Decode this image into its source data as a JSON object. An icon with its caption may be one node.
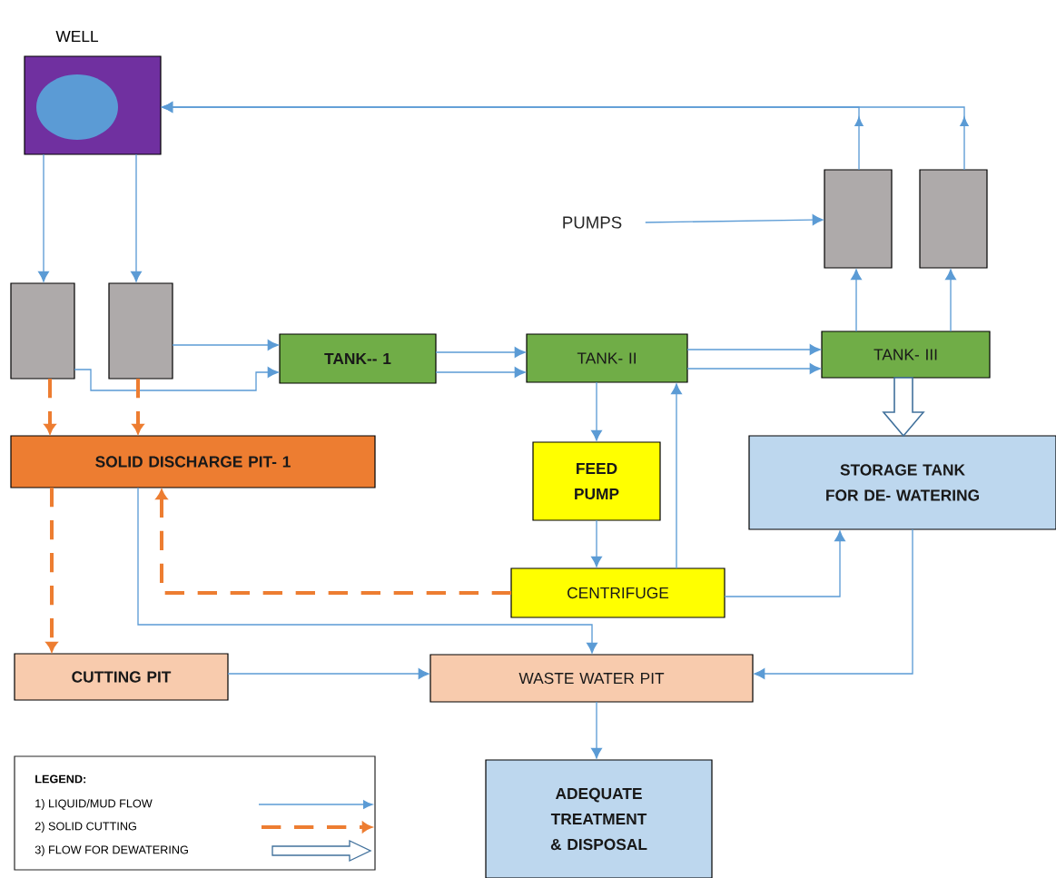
{
  "diagram": {
    "nodes": [
      {
        "text": [
          "WELL"
        ]
      },
      {
        "text": [],
        "shape": "box"
      },
      {
        "text": [],
        "shape": "box"
      },
      {
        "text": [
          "TANK-- 1"
        ]
      },
      {
        "text": [
          "TANK- II"
        ]
      },
      {
        "text": [
          "TANK- III"
        ]
      },
      {
        "text": [],
        "shape": "box"
      },
      {
        "text": [],
        "shape": "box"
      },
      {
        "text": [
          "PUMPS"
        ]
      },
      {
        "text": [
          "SOLID DISCHARGE PIT- 1"
        ]
      },
      {
        "text": [
          "FEED PUMP"
        ]
      },
      {
        "text": [
          "STORAGE TANK FOR DE- WATERING"
        ]
      },
      {
        "text": [
          "CENTRIFUGE"
        ]
      },
      {
        "text": [
          "CUTTING PIT"
        ]
      },
      {
        "text": [
          "WASTE WATER PIT"
        ]
      },
      {
        "text": [
          "ADEQUATE TREATMENT & DISPOSAL"
        ]
      }
    ],
    "edges": [
      {
        "from": 0,
        "to": 1,
        "arrow": "to"
      },
      {
        "from": 0,
        "to": 2,
        "arrow": "to"
      },
      {
        "from": 2,
        "to": 3,
        "arrow": "to"
      },
      {
        "from": 1,
        "to": 3,
        "arrow": "to"
      },
      {
        "from": 3,
        "to": 4,
        "arrow": "to"
      },
      {
        "from": 3,
        "to": 4,
        "arrow": "to"
      },
      {
        "from": 4,
        "to": 5,
        "arrow": "to"
      },
      {
        "from": 4,
        "to": 5,
        "arrow": "to"
      },
      {
        "from": 5,
        "to": 6,
        "arrow": "to"
      },
      {
        "from": 5,
        "to": 7,
        "arrow": "to"
      },
      {
        "from": 6,
        "to": 0,
        "arrow": "to"
      },
      {
        "from": 7,
        "to": 0,
        "arrow": "to"
      },
      {
        "from": 8,
        "to": 6,
        "arrow": "to"
      },
      {
        "from": 5,
        "to": 11,
        "arrow": "to",
        "style": "thick",
        "color": "#41719c"
      },
      {
        "from": 4,
        "to": 10,
        "arrow": "to"
      },
      {
        "from": 10,
        "to": 12,
        "arrow": "to"
      },
      {
        "from": 12,
        "to": 4,
        "arrow": "to"
      },
      {
        "from": 12,
        "to": 11,
        "arrow": "to"
      },
      {
        "from": 11,
        "to": 14,
        "arrow": "to"
      },
      {
        "from": 12,
        "to": 9,
        "arrow": "to",
        "style": "dashed",
        "color": "#ed7d31"
      },
      {
        "from": 1,
        "to": 9,
        "arrow": "to",
        "style": "dashed",
        "color": "#ed7d31"
      },
      {
        "from": 2,
        "to": 9,
        "arrow": "to",
        "style": "dashed",
        "color": "#ed7d31"
      },
      {
        "from": 9,
        "to": 13,
        "arrow": "to",
        "style": "dashed",
        "color": "#ed7d31"
      },
      {
        "from": 9,
        "to": 14,
        "arrow": "to"
      },
      {
        "from": 13,
        "to": 14,
        "arrow": "to"
      },
      {
        "from": 14,
        "to": 15,
        "arrow": "to"
      }
    ],
    "labels": [
      "LEGEND:"
    ],
    "legend": [
      {
        "text": "1) LIQUID/MUD FLOW"
      },
      {
        "text": "2) SOLID CUTTING"
      },
      {
        "text": "3) FLOW FOR DEWATERING"
      }
    ]
  }
}
